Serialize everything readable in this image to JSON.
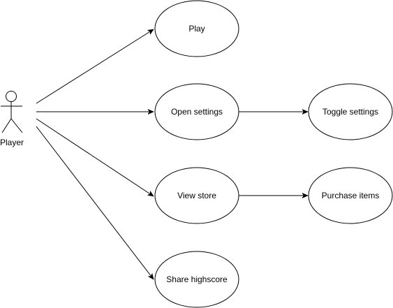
{
  "actor": {
    "id": "player",
    "label": "Player"
  },
  "use_cases": [
    {
      "id": "play",
      "label": "Play"
    },
    {
      "id": "open_settings",
      "label": "Open settings"
    },
    {
      "id": "view_store",
      "label": "View store"
    },
    {
      "id": "share_highscore",
      "label": "Share highscore"
    },
    {
      "id": "toggle_settings",
      "label": "Toggle settings"
    },
    {
      "id": "purchase_items",
      "label": "Purchase items"
    }
  ],
  "connections": [
    {
      "from": "player",
      "to": "play"
    },
    {
      "from": "player",
      "to": "open_settings"
    },
    {
      "from": "player",
      "to": "view_store"
    },
    {
      "from": "player",
      "to": "share_highscore"
    },
    {
      "from": "open_settings",
      "to": "toggle_settings"
    },
    {
      "from": "view_store",
      "to": "purchase_items"
    }
  ]
}
